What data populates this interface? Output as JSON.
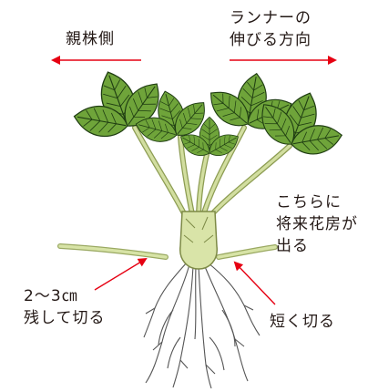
{
  "labels": {
    "parent_side": "親株側",
    "runner_direction": [
      "ランナーの",
      "伸びる方向"
    ],
    "flower_side": [
      "こちらに",
      "将来花房が",
      "出る"
    ],
    "leave_runner": [
      "2〜3㎝",
      "残して切る"
    ],
    "cut_short": "短く切る"
  },
  "colors": {
    "arrow": "#e60012",
    "leaf": "#6fa43a",
    "leaf_vein": "#1f3d12",
    "stem": "#cbd89a",
    "crown": "#d9e4a8",
    "root": "#555555",
    "text": "#231815"
  }
}
